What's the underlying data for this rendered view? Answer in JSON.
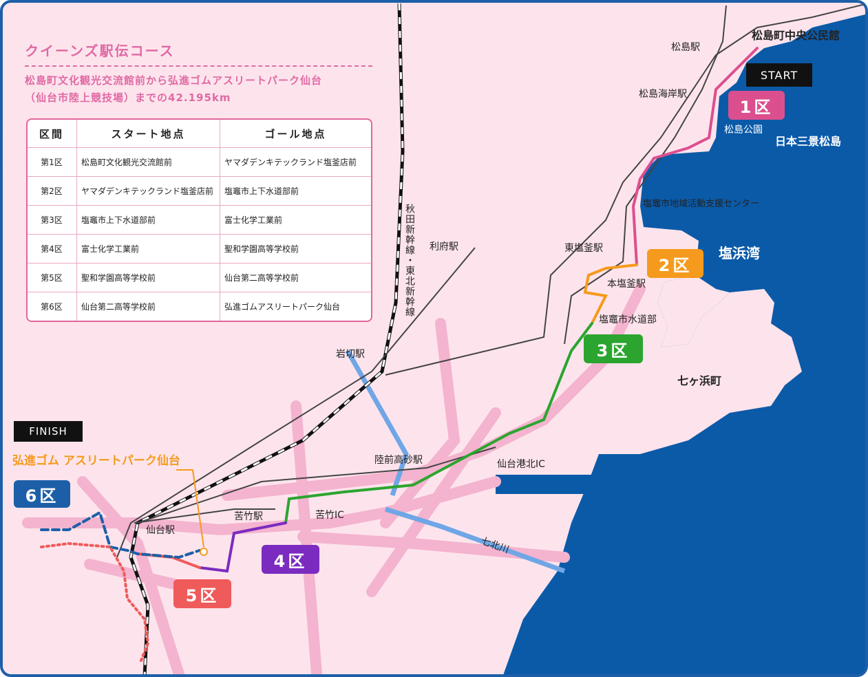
{
  "info": {
    "title": "クイーンズ駅伝コース",
    "description_line1": "松島町文化観光交流館前から弘進ゴムアスリートパーク仙台",
    "description_line2": "（仙台市陸上競技場）までの42.195km"
  },
  "schedule": {
    "headers": [
      "区間",
      "スタート地点",
      "ゴール地点"
    ],
    "rows": [
      {
        "section": "第1区",
        "start": "松島町文化観光交流館前",
        "goal": "ヤマダデンキテックランド塩釜店前"
      },
      {
        "section": "第2区",
        "start": "ヤマダデンキテックランド塩釜店前",
        "goal": "塩竈市上下水道部前"
      },
      {
        "section": "第3区",
        "start": "塩竈市上下水道部前",
        "goal": "富士化学工業前"
      },
      {
        "section": "第4区",
        "start": "富士化学工業前",
        "goal": "聖和学園高等学校前"
      },
      {
        "section": "第5区",
        "start": "聖和学園高等学校前",
        "goal": "仙台第二高等学校前"
      },
      {
        "section": "第6区",
        "start": "仙台第二高等学校前",
        "goal": "弘進ゴムアスリートパーク仙台"
      }
    ]
  },
  "markers": {
    "start": "START",
    "finish": "FINISH",
    "finish_place": "弘進ゴム アスリートパーク仙台"
  },
  "sections": [
    {
      "label": "1区",
      "color": "#dc4f8e"
    },
    {
      "label": "2区",
      "color": "#f59a1c"
    },
    {
      "label": "3区",
      "color": "#2ba52f"
    },
    {
      "label": "4区",
      "color": "#7b2bbf"
    },
    {
      "label": "5区",
      "color": "#ef5a5a"
    },
    {
      "label": "6区",
      "color": "#1c5fa8"
    }
  ],
  "places": {
    "matsushima_station": "松島駅",
    "community_hall": "松島町中央公民館",
    "matsushima_kaigan": "松島海岸駅",
    "matsushima_park": "松島公園",
    "nihon_sankei": "日本三景松島",
    "shiogama_center": "塩竈市地域活動支援センター",
    "higashi_shiogama": "東塩釜駅",
    "shiohama_bay": "塩浜湾",
    "hon_shiogama": "本塩釜駅",
    "water_dept": "塩竈市水道部",
    "shichigahama": "七ヶ浜町",
    "rifu": "利府駅",
    "iwakiri": "岩切駅",
    "shinkansen": "秋田新幹線・東北新幹線",
    "rikuzen_takasago": "陸前高砂駅",
    "sendai_port_ic": "仙台港北IC",
    "nigatake_station": "苦竹駅",
    "nigatake_ic": "苦竹IC",
    "sendai_station": "仙台駅",
    "nanakita_river": "七北川"
  },
  "colors": {
    "sea": "#0b5aa8",
    "land": "#fde4ec",
    "road": "#f7a8c8",
    "river": "#6fa6e6",
    "info_accent": "#e06aa5"
  }
}
